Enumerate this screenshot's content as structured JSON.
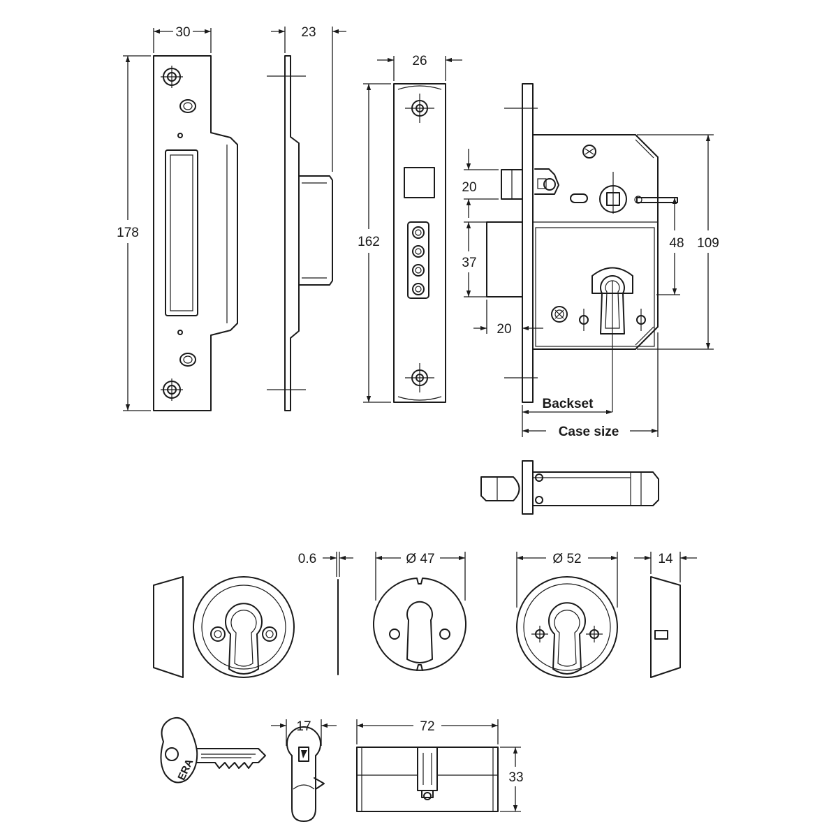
{
  "dimensions": {
    "strike_width": "30",
    "strike_depth": "23",
    "forend_width": "26",
    "strike_height": "178",
    "forend_height": "162",
    "latch_height": "20",
    "bolt_height": "37",
    "bolt_offset": "20",
    "centres": "48",
    "case_height": "109",
    "backset": "Backset",
    "case_size": "Case size",
    "escutcheon_thickness": "0.6",
    "escutcheon_small_dia": "Ø 47",
    "escutcheon_large_dia": "Ø 52",
    "escutcheon_depth": "14",
    "cylinder_face": "17",
    "cylinder_length": "72",
    "cylinder_height": "33"
  },
  "key_brand": "ERA",
  "colors": {
    "line": "#1a1a1a",
    "background": "#ffffff"
  }
}
